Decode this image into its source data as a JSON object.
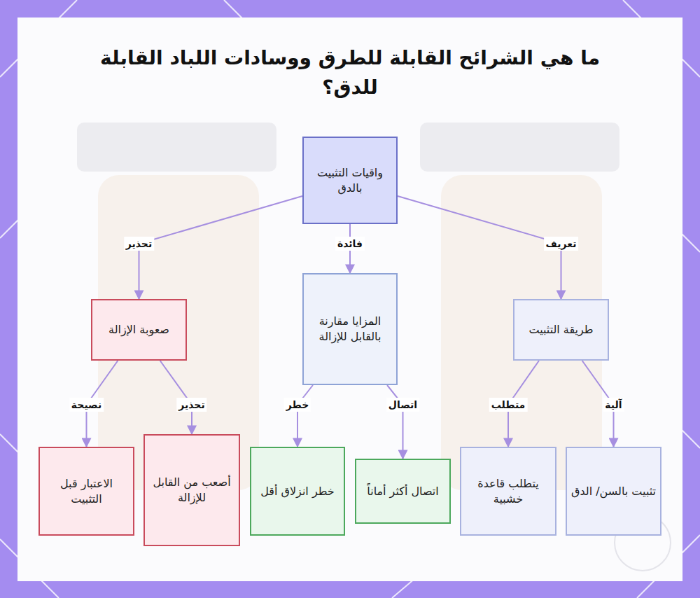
{
  "diagram": {
    "title": "ما هي الشرائح القابلة للطرق ووسادات اللباد القابلة للدق؟",
    "nodes": [
      {
        "text": [
          "واقيات التثبيت بالدق"
        ]
      },
      {
        "text": [
          "طريقة التثبيت"
        ]
      },
      {
        "text": [
          "المزايا مقارنة بالقابل للإزالة"
        ]
      },
      {
        "text": [
          "صعوبة الإزالة"
        ]
      },
      {
        "text": [
          "تثبيت بالسن/ الدق"
        ]
      },
      {
        "text": [
          "يتطلب قاعدة خشبية"
        ]
      },
      {
        "text": [
          "اتصال أكثر أماناً"
        ]
      },
      {
        "text": [
          "خطر انزلاق أقل"
        ]
      },
      {
        "text": [
          "أصعب من القابل للإزالة"
        ]
      },
      {
        "text": [
          "الاعتبار قبل التثبيت"
        ]
      }
    ],
    "edges": [
      {
        "from": 0,
        "to": 1,
        "label": "تعريف",
        "arrow": "to"
      },
      {
        "from": 0,
        "to": 2,
        "label": "فائدة",
        "arrow": "to"
      },
      {
        "from": 0,
        "to": 3,
        "label": "تحذير",
        "arrow": "to"
      },
      {
        "from": 1,
        "to": 4,
        "label": "آلية",
        "arrow": "to"
      },
      {
        "from": 1,
        "to": 5,
        "label": "متطلب",
        "arrow": "to"
      },
      {
        "from": 2,
        "to": 6,
        "label": "اتصال",
        "arrow": "to"
      },
      {
        "from": 2,
        "to": 7,
        "label": "خطر",
        "arrow": "to"
      },
      {
        "from": 3,
        "to": 8,
        "label": "تحذير",
        "arrow": "to"
      },
      {
        "from": 3,
        "to": 9,
        "label": "نصيحة",
        "arrow": "to"
      }
    ]
  }
}
